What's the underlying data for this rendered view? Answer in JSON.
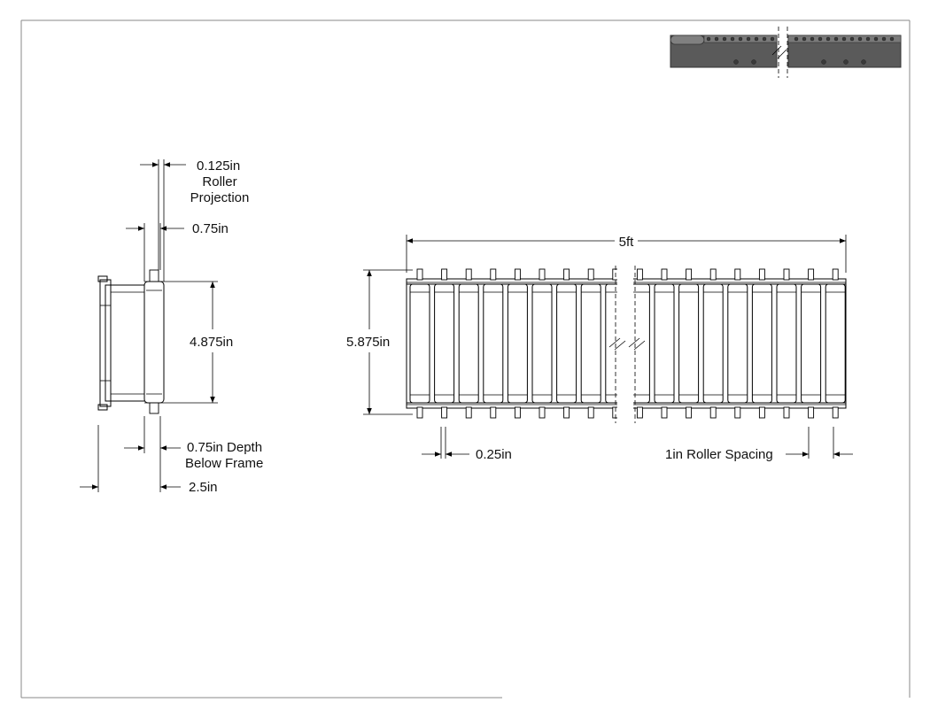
{
  "dimensions": {
    "roller_projection_value": "0.125in",
    "roller_projection_line1": "Roller",
    "roller_projection_line2": "Projection",
    "axle_offset": "0.75in",
    "roller_length": "4.875in",
    "depth_below_frame_line1": "0.75in Depth",
    "depth_below_frame_line2": "Below Frame",
    "frame_height": "2.5in",
    "overall_length": "5ft",
    "overall_width": "5.875in",
    "roller_gap": "0.25in",
    "roller_spacing": "1in Roller Spacing"
  },
  "colors": {
    "line": "#000000",
    "iso_dark": "#4a4a4a",
    "iso_mid": "#6b6b6b",
    "iso_light": "#8a8a8a",
    "border": "#888888"
  }
}
